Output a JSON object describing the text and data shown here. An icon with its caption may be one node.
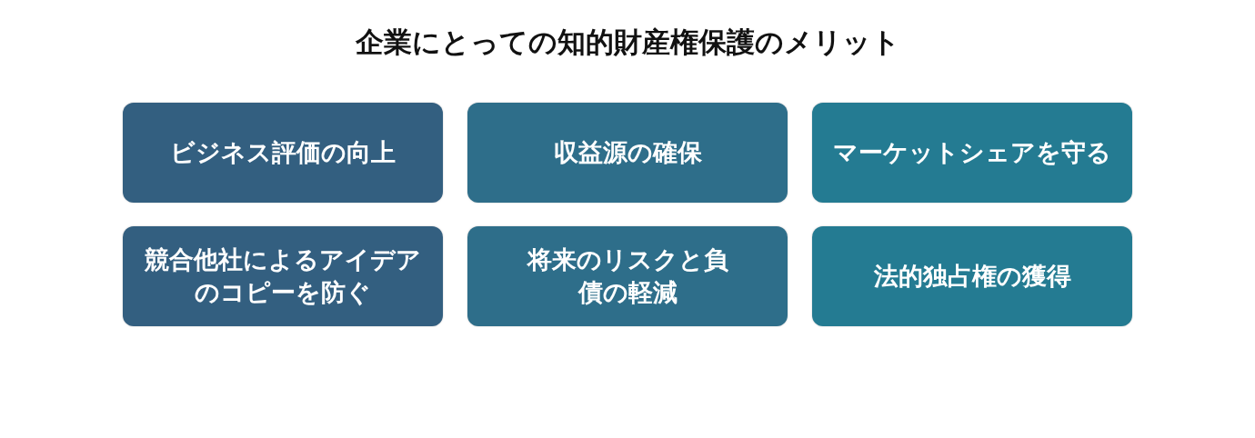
{
  "diagram": {
    "title": "企業にとっての知的財産権保護のメリット",
    "nodes": [
      {
        "text": [
          "ビジネス評価の向上"
        ]
      },
      {
        "text": [
          "収益源の確保"
        ]
      },
      {
        "text": [
          "マーケットシェアを守る"
        ]
      },
      {
        "text": [
          "競合他社によるアイデアのコピーを防ぐ"
        ]
      },
      {
        "text": [
          "将来のリスクと負債の軽減"
        ]
      },
      {
        "text": [
          "法的独占権の獲得"
        ]
      }
    ]
  }
}
